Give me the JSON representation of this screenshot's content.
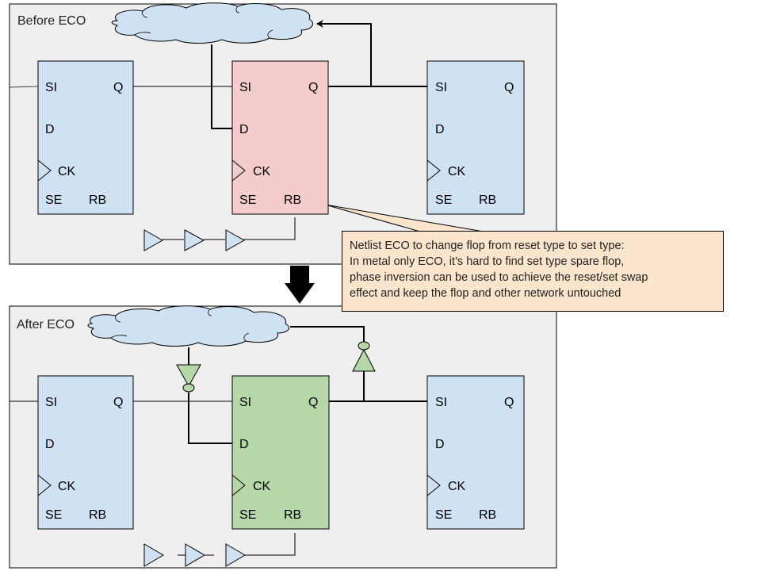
{
  "panels": {
    "before": {
      "title": "Before ECO"
    },
    "after": {
      "title": "After ECO"
    }
  },
  "flop_pins": {
    "si": "SI",
    "q": "Q",
    "d": "D",
    "ck": "CK",
    "se": "SE",
    "rb": "RB"
  },
  "colors": {
    "panel_bg": "#efefef",
    "flop_normal": "#cfe2f3",
    "flop_target_before": "#f4cccc",
    "flop_target_after": "#b6d7a8",
    "inverter": "#b6d7a8",
    "buffer": "#cfe2f3",
    "cloud": "#cfe2f3",
    "note_bg": "#fce5cd"
  },
  "transition_arrow": "down-arrow",
  "note": {
    "lines": [
      "Netlist ECO to change flop from reset type to set type:",
      "In metal only ECO, it’s hard to find set type spare flop,",
      "phase inversion can be used to achieve the reset/set swap",
      "effect and keep the flop and other network untouched"
    ]
  }
}
